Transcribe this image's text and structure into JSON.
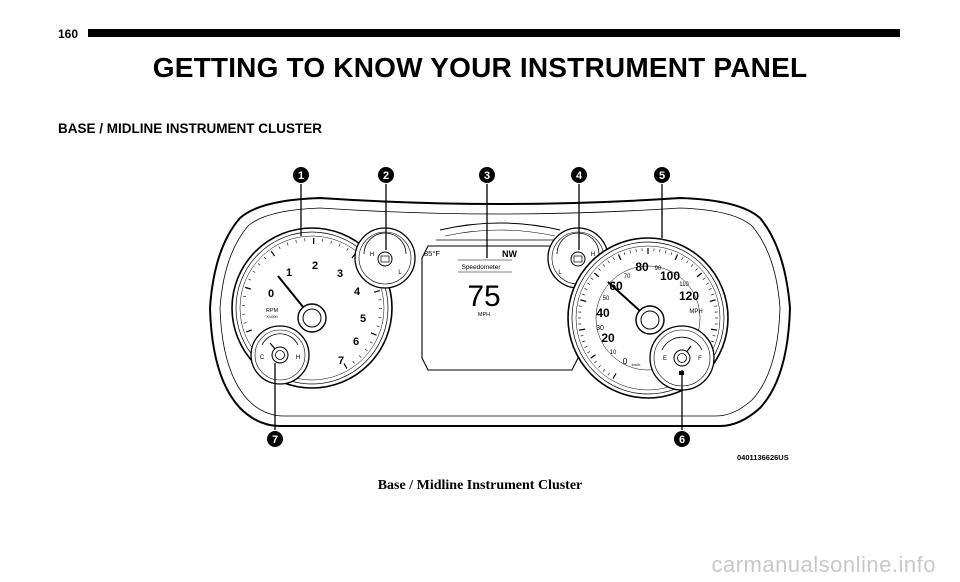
{
  "page": {
    "number": "160",
    "title": "GETTING TO KNOW YOUR INSTRUMENT PANEL",
    "section": "BASE / MIDLINE INSTRUMENT CLUSTER",
    "caption": "Base / Midline Instrument Cluster",
    "watermark": "carmanualsonline.info"
  },
  "figure": {
    "callouts": [
      "1",
      "2",
      "3",
      "4",
      "5",
      "6",
      "7"
    ],
    "figure_code": "0401136626US",
    "tachometer": {
      "numbers": [
        "0",
        "1",
        "2",
        "3",
        "4",
        "5",
        "6",
        "7"
      ],
      "label": "RPM",
      "sublabel": "X1000"
    },
    "temp_gauge_small": {
      "hot": "H",
      "low": "L"
    },
    "display": {
      "temperature": "85°F",
      "heading": "NW",
      "title": "Speedometer",
      "speed": "75",
      "unit": "MPH"
    },
    "right_small_gauge": {
      "hot": "H",
      "low": "L"
    },
    "speedometer": {
      "outer": [
        "0",
        "10",
        "20",
        "30",
        "40",
        "50",
        "60",
        "70",
        "80",
        "90",
        "100",
        "110",
        "120"
      ],
      "major": [
        "20",
        "40",
        "60",
        "80",
        "100",
        "120"
      ],
      "unit": "MPH",
      "inner_unit": "km/h"
    },
    "fuel_gauge": {
      "empty": "E",
      "full": "F"
    },
    "coolant_gauge": {
      "cold": "C",
      "hot": "H"
    }
  }
}
